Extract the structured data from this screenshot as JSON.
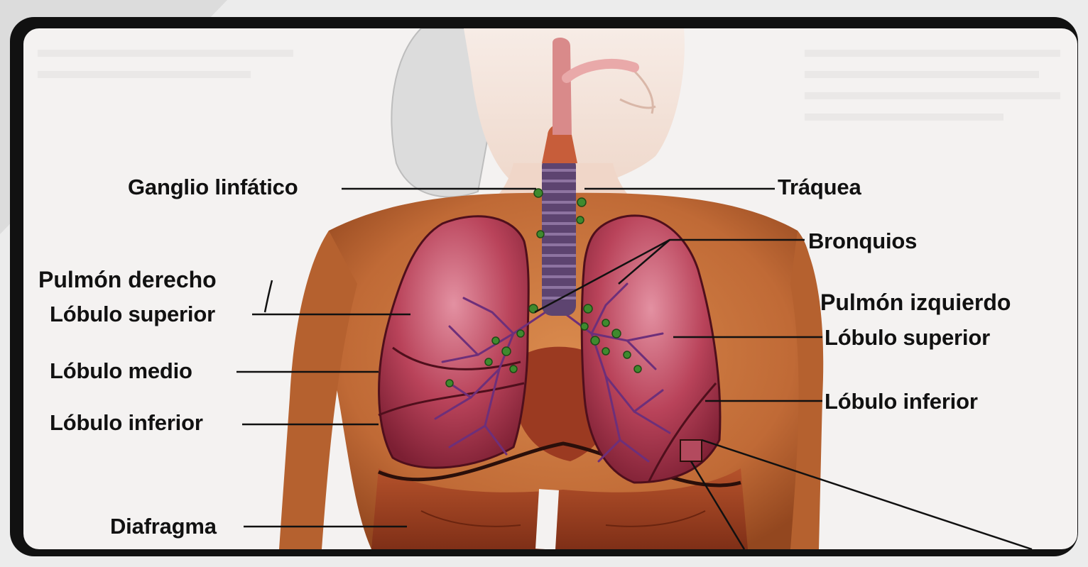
{
  "diagram": {
    "labels": {
      "ganglio": "Ganglio linfático",
      "traquea": "Tráquea",
      "bronquios": "Bronquios",
      "pulmon_derecho": "Pulmón derecho",
      "lobulo_superior_der": "Lóbulo superior",
      "lobulo_medio": "Lóbulo medio",
      "lobulo_inferior_der": "Lóbulo inferior",
      "pulmon_izquierdo": "Pulmón izquierdo",
      "lobulo_superior_izq": "Lóbulo superior",
      "lobulo_inferior_izq": "Lóbulo inferior",
      "diafragma": "Diafragma"
    }
  },
  "colors": {
    "frame": "#111111",
    "background": "#f4f2f1",
    "skin": "#c7753f",
    "muscle": "#9c3a1d",
    "lung": "#a8344a",
    "lung_light": "#d97a8c",
    "bronchi": "#6d2f7a",
    "trachea": "#5d4470",
    "lymph_node": "#3f8a2e",
    "hair": "#d8d8d8"
  }
}
